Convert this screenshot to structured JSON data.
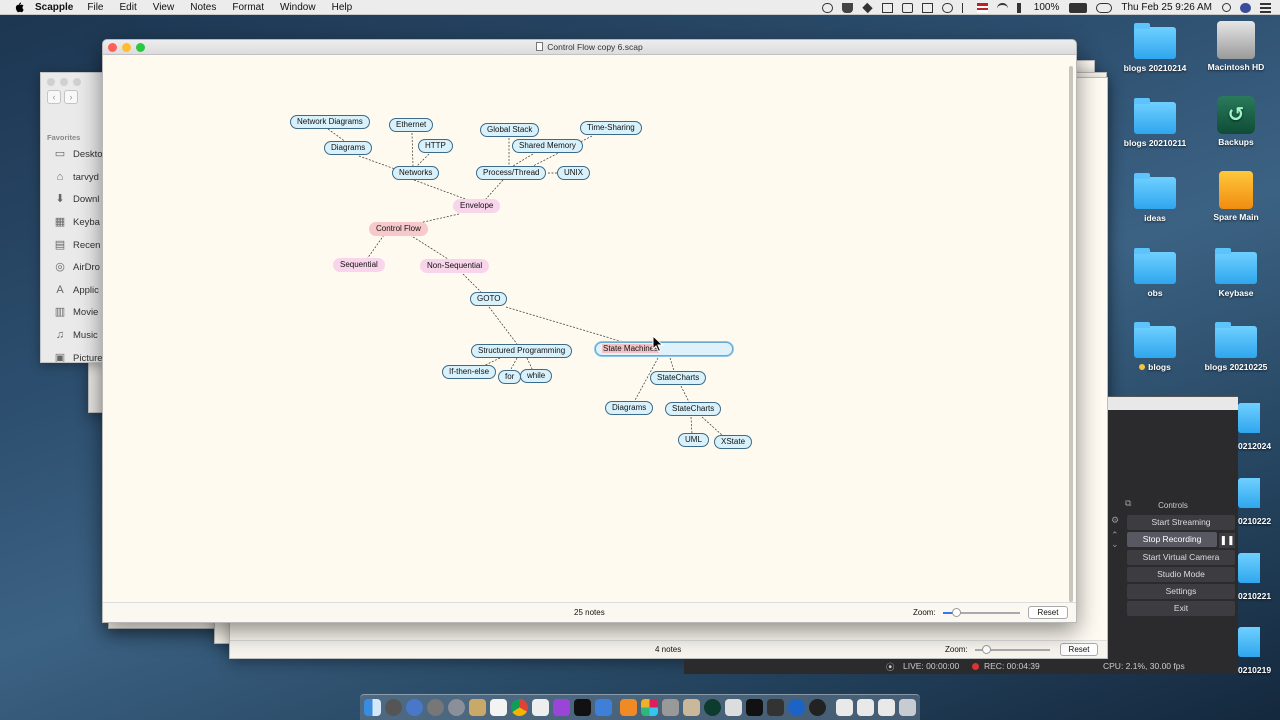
{
  "menubar": {
    "app_name": "Scapple",
    "items": [
      "File",
      "Edit",
      "View",
      "Notes",
      "Format",
      "Window",
      "Help"
    ],
    "battery": "100%",
    "datetime": "Thu Feb 25  9:26 AM"
  },
  "desktop": {
    "icons": [
      {
        "label": "blogs 20210214",
        "kind": "folder"
      },
      {
        "label": "Macintosh HD",
        "kind": "drive"
      },
      {
        "label": "blogs 20210211",
        "kind": "folder"
      },
      {
        "label": "Backups",
        "kind": "backup"
      },
      {
        "label": "ideas",
        "kind": "folder"
      },
      {
        "label": "Spare Main",
        "kind": "spare"
      },
      {
        "label": "obs",
        "kind": "folder"
      },
      {
        "label": "Keybase",
        "kind": "folder"
      },
      {
        "label": "blogs",
        "kind": "folder"
      },
      {
        "label": "blogs 20210225",
        "kind": "folder"
      }
    ],
    "partial_labels": [
      "0212024",
      "0210222",
      "0210221",
      "0210219"
    ]
  },
  "finder": {
    "favorites_title": "Favorites",
    "items": [
      {
        "label": "Deskto",
        "icon": "desktop-icon"
      },
      {
        "label": "tarvyd",
        "icon": "home-icon"
      },
      {
        "label": "Downl",
        "icon": "downloads-icon"
      },
      {
        "label": "Keyba",
        "icon": "keybase-icon"
      },
      {
        "label": "Recen",
        "icon": "recents-icon"
      },
      {
        "label": "AirDro",
        "icon": "airdrop-icon"
      },
      {
        "label": "Applic",
        "icon": "applications-icon"
      },
      {
        "label": "Movie",
        "icon": "movies-icon"
      },
      {
        "label": "Music",
        "icon": "music-icon"
      },
      {
        "label": "Picture",
        "icon": "pictures-icon"
      }
    ]
  },
  "main_window": {
    "title": "Control Flow copy 6.scap",
    "status_notes": "25 notes",
    "zoom_label": "Zoom:",
    "reset_label": "Reset"
  },
  "bg_window": {
    "status_notes": "4 notes",
    "zoom_label": "Zoom:",
    "reset_label": "Reset"
  },
  "notes": [
    {
      "id": "network-diagrams",
      "text": "Network Diagrams",
      "style": "blue"
    },
    {
      "id": "ethernet",
      "text": "Ethernet",
      "style": "blue"
    },
    {
      "id": "global-stack",
      "text": "Global Stack",
      "style": "blue"
    },
    {
      "id": "time-sharing",
      "text": "Time-Sharing",
      "style": "blue"
    },
    {
      "id": "diagrams-1",
      "text": "Diagrams",
      "style": "blue"
    },
    {
      "id": "http",
      "text": "HTTP",
      "style": "blue"
    },
    {
      "id": "shared-memory",
      "text": "Shared Memory",
      "style": "blue"
    },
    {
      "id": "networks",
      "text": "Networks",
      "style": "blue"
    },
    {
      "id": "process-thread",
      "text": "Process/Thread",
      "style": "blue"
    },
    {
      "id": "unix",
      "text": "UNIX",
      "style": "blue"
    },
    {
      "id": "envelope",
      "text": "Envelope",
      "style": "pink"
    },
    {
      "id": "control-flow",
      "text": "Control Flow",
      "style": "red"
    },
    {
      "id": "sequential",
      "text": "Sequential",
      "style": "pink"
    },
    {
      "id": "non-sequential",
      "text": "Non-Sequential",
      "style": "pink"
    },
    {
      "id": "goto",
      "text": "GOTO",
      "style": "blue"
    },
    {
      "id": "structured-programming",
      "text": "Structured Programming",
      "style": "blue"
    },
    {
      "id": "state-machines",
      "text": "State Machines",
      "style": "selected"
    },
    {
      "id": "if-then-else",
      "text": "If-then-else",
      "style": "blue"
    },
    {
      "id": "for",
      "text": "for",
      "style": "blue"
    },
    {
      "id": "while",
      "text": "while",
      "style": "blue"
    },
    {
      "id": "statecharts-1",
      "text": "StateCharts",
      "style": "blue"
    },
    {
      "id": "diagrams-2",
      "text": "Diagrams",
      "style": "blue"
    },
    {
      "id": "statecharts-2",
      "text": "StateCharts",
      "style": "blue"
    },
    {
      "id": "uml",
      "text": "UML",
      "style": "blue"
    },
    {
      "id": "xstate",
      "text": "XState",
      "style": "blue"
    }
  ],
  "obs": {
    "controls_title": "Controls",
    "buttons": [
      {
        "label": "Start Streaming",
        "active": false
      },
      {
        "label": "Stop Recording",
        "active": true
      },
      {
        "label": "Start Virtual Camera",
        "active": false
      },
      {
        "label": "Studio Mode",
        "active": false
      },
      {
        "label": "Settings",
        "active": false
      },
      {
        "label": "Exit",
        "active": false
      }
    ],
    "live": "LIVE: 00:00:00",
    "rec": "REC: 00:04:39",
    "cpu": "CPU: 2.1%, 30.00 fps"
  }
}
